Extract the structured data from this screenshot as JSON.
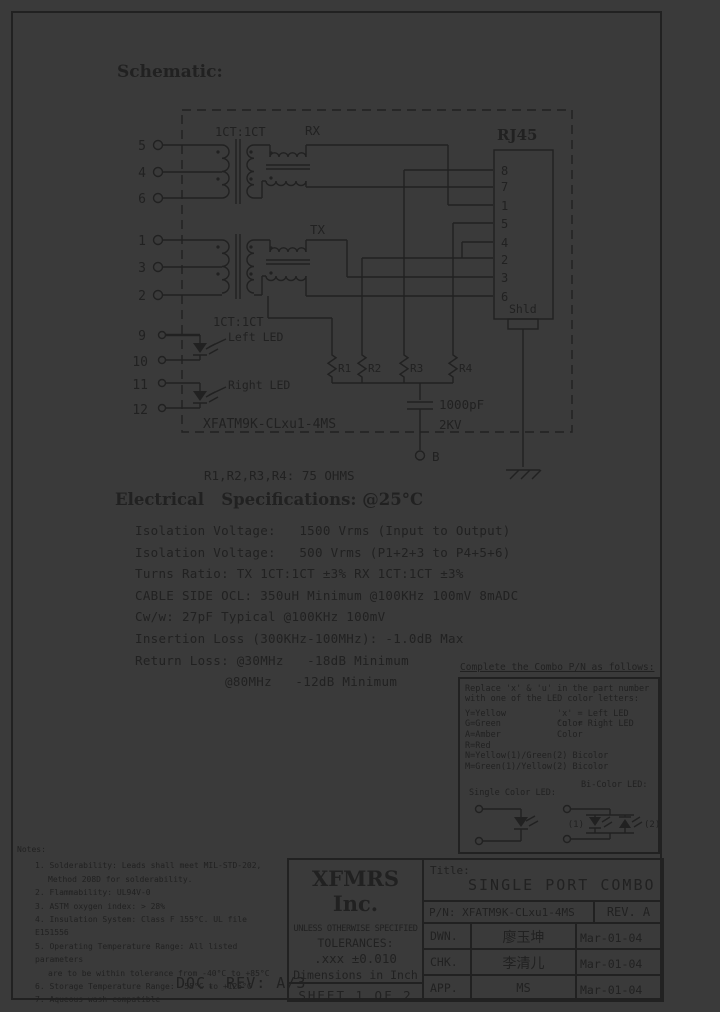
{
  "page": {
    "schematic_heading": "Schematic:",
    "doc_rev": "DOC. REV: A/3"
  },
  "schematic": {
    "pins_left": [
      "5",
      "4",
      "6",
      "1",
      "3",
      "2"
    ],
    "pins_led": [
      "9",
      "10",
      "11",
      "12"
    ],
    "ratio_top": "1CT:1CT",
    "ratio_bottom": "1CT:1CT",
    "rx_label": "RX",
    "tx_label": "TX",
    "rj45_label": "RJ45",
    "rj45_pins": [
      "8",
      "7",
      "1",
      "5",
      "4",
      "2",
      "3",
      "6"
    ],
    "shield_label": "Shld",
    "left_led_label": "Left LED",
    "right_led_label": "Right LED",
    "part_number": "XFATM9K-CLxu1-4MS",
    "resistors": [
      "R1",
      "R2",
      "R3",
      "R4"
    ],
    "cap_value": "1000pF",
    "cap_rating": "2KV",
    "b_pin_label": "B",
    "resistor_note": "R1,R2,R3,R4: 75 OHMS"
  },
  "electrical": {
    "heading": "Electrical   Specifications: @25°C",
    "lines": [
      "Isolation Voltage:   1500 Vrms (Input to Output)",
      "Isolation Voltage:   500 Vrms (P1+2+3 to P4+5+6)",
      "Turns Ratio: TX 1CT:1CT ±3% RX 1CT:1CT ±3%",
      "CABLE SIDE OCL: 350uH Minimum @100KHz 100mV 8mADC",
      "Cw/w: 27pF Typical @100KHz 100mV",
      "Insertion Loss (300KHz-100MHz): -1.0dB Max",
      "Return Loss: @30MHz   -18dB Minimum"
    ],
    "return_loss_cont": "@80MHz   -12dB Minimum"
  },
  "combo": {
    "heading": "Complete the Combo P/N as follows:",
    "line1": "Replace 'x' & 'u' in the part number",
    "line2": "with one of the LED color letters:",
    "colors": [
      "Y=Yellow",
      "G=Green",
      "A=Amber",
      "R=Red",
      "N=Yellow(1)/Green(2) Bicolor",
      "M=Green(1)/Yellow(2) Bicolor"
    ],
    "x_def": "'x' = Left LED Color",
    "u_def": "'u' = Right LED Color",
    "single_label": "Single Color LED:",
    "bi_label": "Bi-Color LED:",
    "bi_1": "(1)",
    "bi_2": "(2)"
  },
  "notes": {
    "heading": "Notes:",
    "lines": [
      "1. Solderability: Leads shall meet MIL-STD-202,",
      "Method 208D for solderability.",
      "2. Flammability: UL94V-0",
      "3. ASTM oxygen index: > 28%",
      "4. Insulation System: Class F 155°C. UL file E151556",
      "5. Operating Temperature Range: All listed parameters",
      "are to be within tolerance from -40°C to +85°C",
      "6. Storage Temperature Range: -55°C to +125°C",
      "7. Aqueous wash compatible"
    ]
  },
  "title_block": {
    "company": "XFMRS Inc.",
    "unless": "UNLESS OTHERWISE SPECIFIED",
    "tolerances_label": "TOLERANCES:",
    "tolerance_value": ".xxx ±0.010",
    "dimensions": "Dimensions in Inch",
    "sheet": "SHEET 1 OF 2",
    "title_label": "Title:",
    "title": "SINGLE PORT COMBO",
    "pn": "P/N: XFATM9K-CLxu1-4MS",
    "rev": "REV. A",
    "rows": [
      {
        "label": "DWN.",
        "name": "廖玉坤",
        "date": "Mar-01-04"
      },
      {
        "label": "CHK.",
        "name": "李清儿",
        "date": "Mar-01-04"
      },
      {
        "label": "APP.",
        "name": "MS",
        "date": "Mar-01-04"
      }
    ]
  }
}
